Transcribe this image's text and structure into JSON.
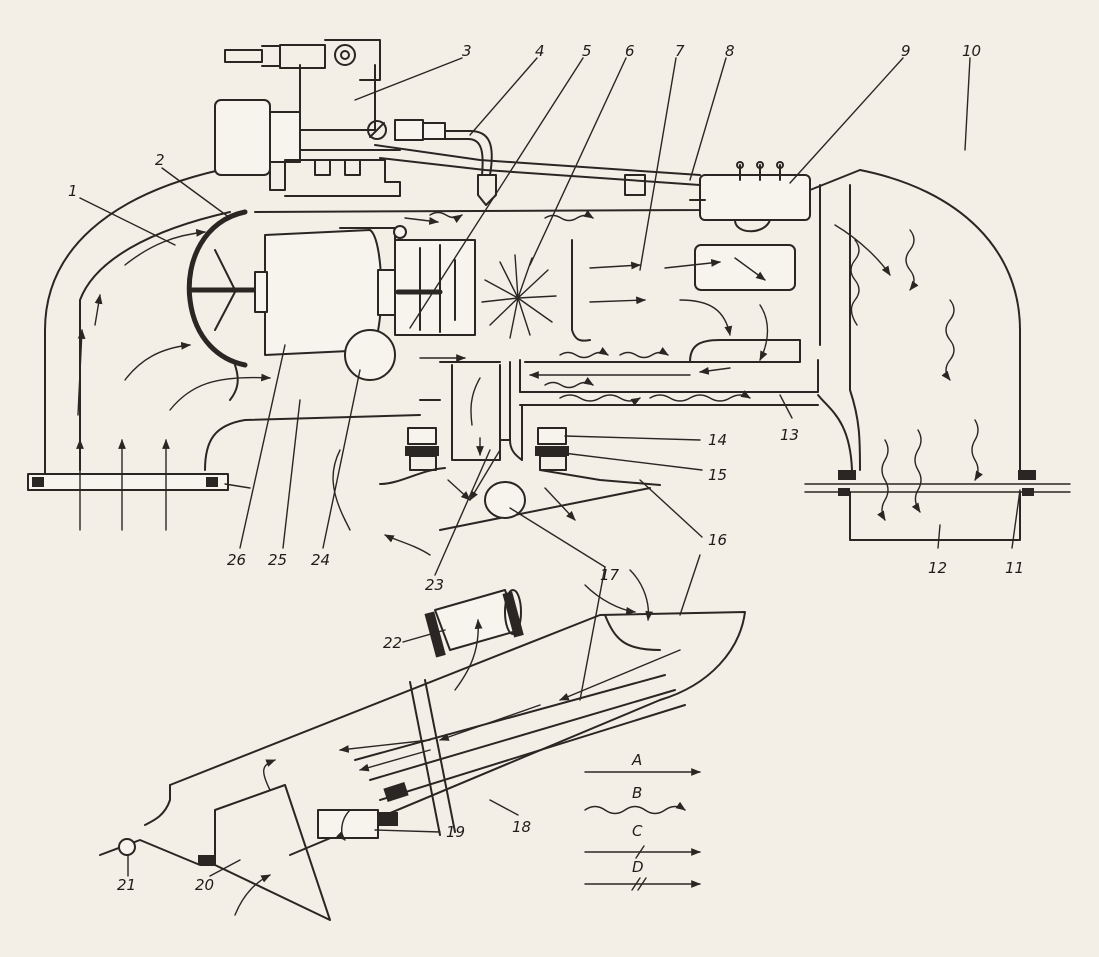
{
  "labels": {
    "l1": "1",
    "l2": "2",
    "l3": "3",
    "l4": "4",
    "l5": "5",
    "l6": "6",
    "l7": "7",
    "l8": "8",
    "l9": "9",
    "l10": "10",
    "l11": "11",
    "l12": "12",
    "l13": "13",
    "l14": "14",
    "l15": "15",
    "l16": "16",
    "l17": "17",
    "l18": "18",
    "l19": "19",
    "l20": "20",
    "l21": "21",
    "l22": "22",
    "l23": "23",
    "l24": "24",
    "l25": "25",
    "l26": "26"
  },
  "legend": {
    "a": "A",
    "b": "B",
    "c": "C",
    "d": "D"
  }
}
